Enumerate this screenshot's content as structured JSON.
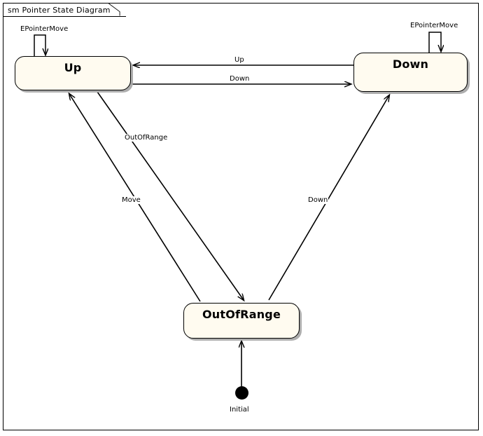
{
  "diagram": {
    "frame_label": "sm Pointer State Diagram",
    "type": "uml-state-machine",
    "colors": {
      "state_fill": "#FFFBF0",
      "state_border": "#000000",
      "shadow": "#AAAAAA",
      "background": "#FFFFFF",
      "edge": "#000000"
    },
    "states": [
      {
        "id": "up",
        "label": "Up"
      },
      {
        "id": "down",
        "label": "Down"
      },
      {
        "id": "outofrange",
        "label": "OutOfRange"
      }
    ],
    "pseudostates": [
      {
        "id": "initial",
        "label": "Initial",
        "kind": "initial"
      }
    ],
    "transitions": [
      {
        "id": "t1",
        "from": "up",
        "to": "up",
        "label": "EPointerMove"
      },
      {
        "id": "t2",
        "from": "down",
        "to": "down",
        "label": "EPointerMove"
      },
      {
        "id": "t3",
        "from": "down",
        "to": "up",
        "label": "Up"
      },
      {
        "id": "t4",
        "from": "up",
        "to": "down",
        "label": "Down"
      },
      {
        "id": "t5",
        "from": "up",
        "to": "outofrange",
        "label": "OutOfRange"
      },
      {
        "id": "t6",
        "from": "outofrange",
        "to": "up",
        "label": "Move"
      },
      {
        "id": "t7",
        "from": "outofrange",
        "to": "down",
        "label": "Down"
      },
      {
        "id": "t8",
        "from": "initial",
        "to": "outofrange",
        "label": ""
      }
    ]
  }
}
